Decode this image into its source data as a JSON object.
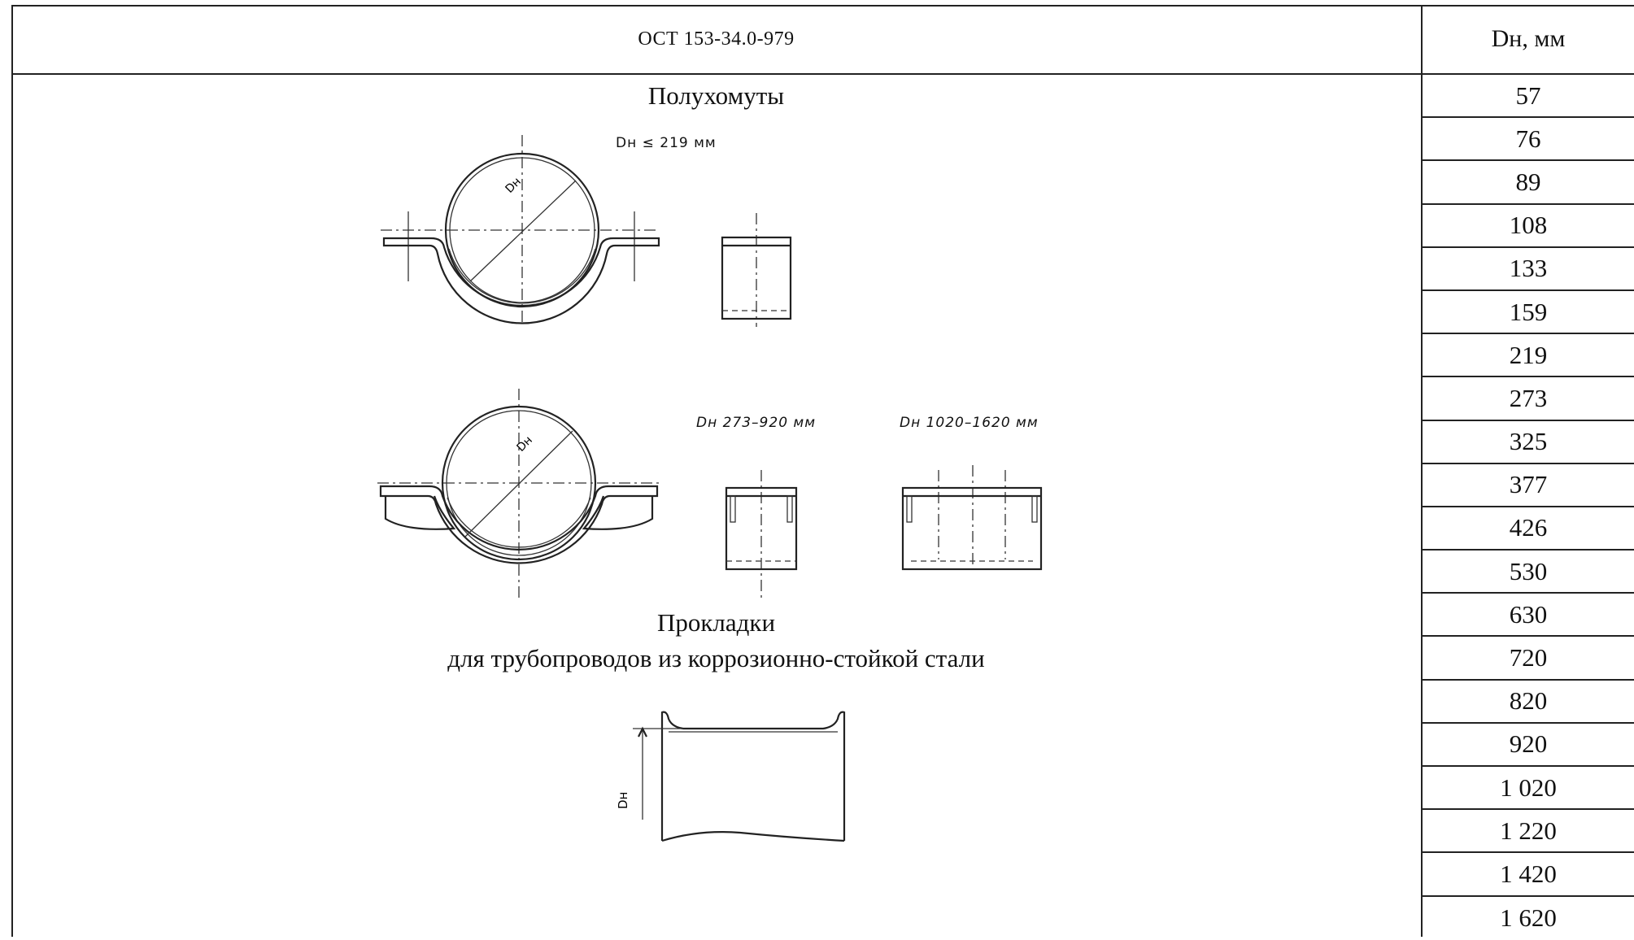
{
  "header": {
    "standard_code": "ОСТ 153-34.0-979",
    "dn_column_label": "Dн, мм"
  },
  "dn_values": [
    "57",
    "76",
    "89",
    "108",
    "133",
    "159",
    "219",
    "273",
    "325",
    "377",
    "426",
    "530",
    "630",
    "720",
    "820",
    "920",
    "1 020",
    "1 220",
    "1 420",
    "1 620"
  ],
  "sections": {
    "half_clamps_title": "Полухомуты",
    "gaskets_title": "Прокладки",
    "gaskets_subtitle": "для трубопроводов из коррозионно-стойкой стали"
  },
  "drawing_labels": {
    "range_small": "Dн ≤ 219 мм",
    "range_medium": "Dн 273–920 мм",
    "range_large": "Dн 1020–1620 мм",
    "diameter_mark": "Dн"
  }
}
